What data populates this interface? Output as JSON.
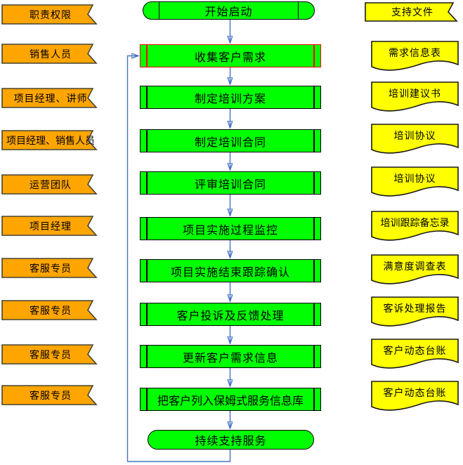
{
  "colors": {
    "role_fill": "#FFA500",
    "process_fill": "#00FF00",
    "document_fill": "#FFFF00",
    "connector_blue": "#4472C4",
    "highlight_red": "#FF0000",
    "outline_black": "#000000"
  },
  "roles": [
    "职责权限",
    "销售人员",
    "项目经理、讲师",
    "项目经理、销售人员",
    "运营团队",
    "项目经理",
    "客服专员",
    "客服专员",
    "客服专员",
    "客服专员"
  ],
  "process": {
    "start": "开始启动",
    "steps": [
      "收集客户需求",
      "制定培训方案",
      "制定培训合同",
      "评审培训合同",
      "项目实施过程监控",
      "项目实施结束跟踪确认",
      "客户投诉及反馈处理",
      "更新客户需求信息",
      "把客户列入保姆式服务信息库"
    ],
    "end": "持续支持服务"
  },
  "documents": [
    "支持文件",
    "需求信息表",
    "培训建议书",
    "培训协议",
    "培训协议",
    "培训跟踪备忘录",
    "满意度调查表",
    "客诉处理报告",
    "客户动态台账",
    "客户动态台账"
  ]
}
